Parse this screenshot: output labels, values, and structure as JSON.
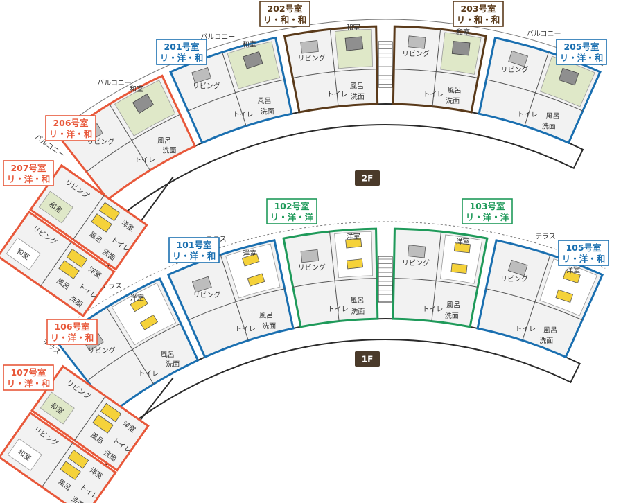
{
  "floors": [
    {
      "label": "2F"
    },
    {
      "label": "1F"
    }
  ],
  "room_labels": [
    {
      "number": "202号室",
      "type": "リ・和・和",
      "color": "#5a3a1a"
    },
    {
      "number": "203号室",
      "type": "リ・和・和",
      "color": "#5a3a1a"
    },
    {
      "number": "201号室",
      "type": "リ・洋・和",
      "color": "#1a6fb0"
    },
    {
      "number": "205号室",
      "type": "リ・洋・和",
      "color": "#1a6fb0"
    },
    {
      "number": "206号室",
      "type": "リ・洋・和",
      "color": "#e8583a"
    },
    {
      "number": "207号室",
      "type": "リ・洋・和",
      "color": "#e8583a"
    },
    {
      "number": "102号室",
      "type": "リ・洋・洋",
      "color": "#1f9a5a"
    },
    {
      "number": "103号室",
      "type": "リ・洋・洋",
      "color": "#1f9a5a"
    },
    {
      "number": "101号室",
      "type": "リ・洋・和",
      "color": "#1a6fb0"
    },
    {
      "number": "105号室",
      "type": "リ・洋・和",
      "color": "#1a6fb0"
    },
    {
      "number": "106号室",
      "type": "リ・洋・和",
      "color": "#e8583a"
    },
    {
      "number": "107号室",
      "type": "リ・洋・和",
      "color": "#e8583a"
    }
  ],
  "tags": {
    "balcony": "バルコニー",
    "terrace": "テラス",
    "living": "リビング",
    "japanese_room": "和室",
    "western_room": "洋室",
    "bath": "風呂",
    "toilet": "トイレ",
    "washroom": "洗面"
  },
  "colors": {
    "wall": "#2a2a2a",
    "floor_fill": "#f2f2f2",
    "tatami": "#dfe8c8",
    "bed": "#f5d23a",
    "furniture": "#8f8f8f",
    "badge": "#4a3a2a"
  }
}
